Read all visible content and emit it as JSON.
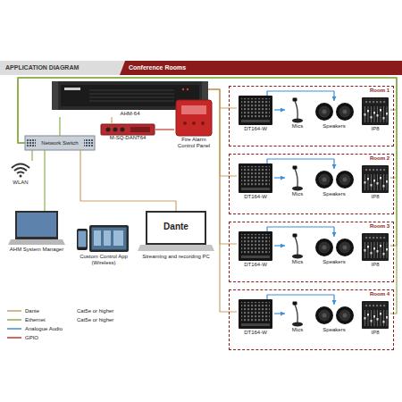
{
  "diagram": {
    "title": "APPLICATION DIAGRAM",
    "nodes": [
      {
        "text": [
          "AHM-64"
        ]
      },
      {
        "text": [
          "Network Switch"
        ]
      },
      {
        "text": [
          "M-SQ-DANT64"
        ]
      },
      {
        "text": [
          "Fire Alarm Control Panel"
        ]
      },
      {
        "text": [
          "WLAN"
        ]
      },
      {
        "text": [
          "AHM System Manager"
        ]
      },
      {
        "text": [
          "Custom Control App (Wireless)"
        ]
      },
      {
        "text": [
          "Dante",
          "Streaming and recording PC"
        ]
      },
      {
        "text": [
          "Room 1"
        ]
      },
      {
        "text": [
          "DT164-W"
        ],
        "in": 8
      },
      {
        "text": [
          "Mics"
        ],
        "in": 8
      },
      {
        "text": [
          "Speakers"
        ],
        "in": 8
      },
      {
        "text": [
          "IP8"
        ],
        "in": 8
      },
      {
        "text": [
          "Room 2"
        ]
      },
      {
        "text": [
          "DT164-W"
        ],
        "in": 13
      },
      {
        "text": [
          "Mics"
        ],
        "in": 13
      },
      {
        "text": [
          "Speakers"
        ],
        "in": 13
      },
      {
        "text": [
          "IP8"
        ],
        "in": 13
      },
      {
        "text": [
          "Room 3"
        ]
      },
      {
        "text": [
          "DT164-W"
        ],
        "in": 18
      },
      {
        "text": [
          "Mics"
        ],
        "in": 18
      },
      {
        "text": [
          "Speakers"
        ],
        "in": 18
      },
      {
        "text": [
          "IP8"
        ],
        "in": 18
      },
      {
        "text": [
          "Room 4"
        ]
      },
      {
        "text": [
          "DT164-W"
        ],
        "in": 23
      },
      {
        "text": [
          "Mics"
        ],
        "in": 23
      },
      {
        "text": [
          "Speakers"
        ],
        "in": 23
      },
      {
        "text": [
          "IP8"
        ],
        "in": 23
      }
    ],
    "edges": [
      {
        "from": 1,
        "to": 0,
        "arrow": "none"
      },
      {
        "from": 0,
        "to": 2,
        "arrow": "none"
      },
      {
        "from": 3,
        "to": 2,
        "arrow": "none"
      },
      {
        "from": 1,
        "to": 4,
        "arrow": "none"
      },
      {
        "from": 1,
        "to": 5,
        "arrow": "none"
      },
      {
        "from": 1,
        "to": 7,
        "arrow": "none"
      },
      {
        "from": 0,
        "to": 9,
        "arrow": "none"
      },
      {
        "from": 0,
        "to": 14,
        "arrow": "none"
      },
      {
        "from": 0,
        "to": 19,
        "arrow": "none"
      },
      {
        "from": 0,
        "to": 24,
        "arrow": "none"
      },
      {
        "from": 1,
        "to": 12,
        "arrow": "none"
      },
      {
        "from": 1,
        "to": 17,
        "arrow": "none"
      },
      {
        "from": 1,
        "to": 22,
        "arrow": "none"
      },
      {
        "from": 1,
        "to": 27,
        "arrow": "none"
      },
      {
        "from": 9,
        "to": 10,
        "arrow": "to"
      },
      {
        "from": 9,
        "to": 11,
        "arrow": "to"
      },
      {
        "from": 14,
        "to": 15,
        "arrow": "to"
      },
      {
        "from": 14,
        "to": 16,
        "arrow": "to"
      },
      {
        "from": 19,
        "to": 20,
        "arrow": "to"
      },
      {
        "from": 19,
        "to": 21,
        "arrow": "to"
      },
      {
        "from": 24,
        "to": 25,
        "arrow": "to"
      },
      {
        "from": 24,
        "to": 26,
        "arrow": "to"
      }
    ],
    "labels": [
      "Conference Rooms",
      "Cat5e or higher",
      "Cat5e or higher"
    ],
    "legend": [
      {
        "text": "Dante"
      },
      {
        "text": "Ethernet"
      },
      {
        "text": "Analogue Audio"
      },
      {
        "text": "GPIO"
      }
    ]
  }
}
